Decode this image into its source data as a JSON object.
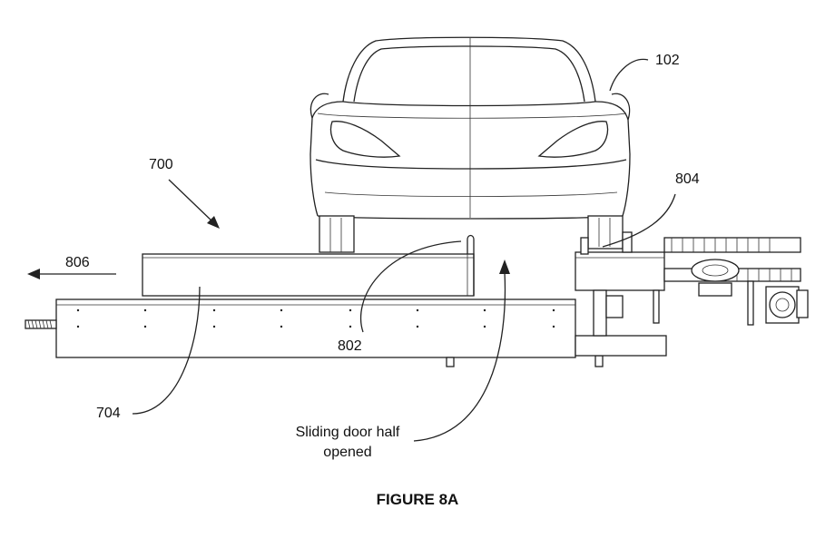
{
  "labels": {
    "ref_102": "102",
    "ref_700": "700",
    "ref_804": "804",
    "ref_806": "806",
    "ref_802": "802",
    "ref_704": "704"
  },
  "annotation": {
    "line1": "Sliding door half",
    "line2": "opened"
  },
  "caption": "FIGURE 8A"
}
